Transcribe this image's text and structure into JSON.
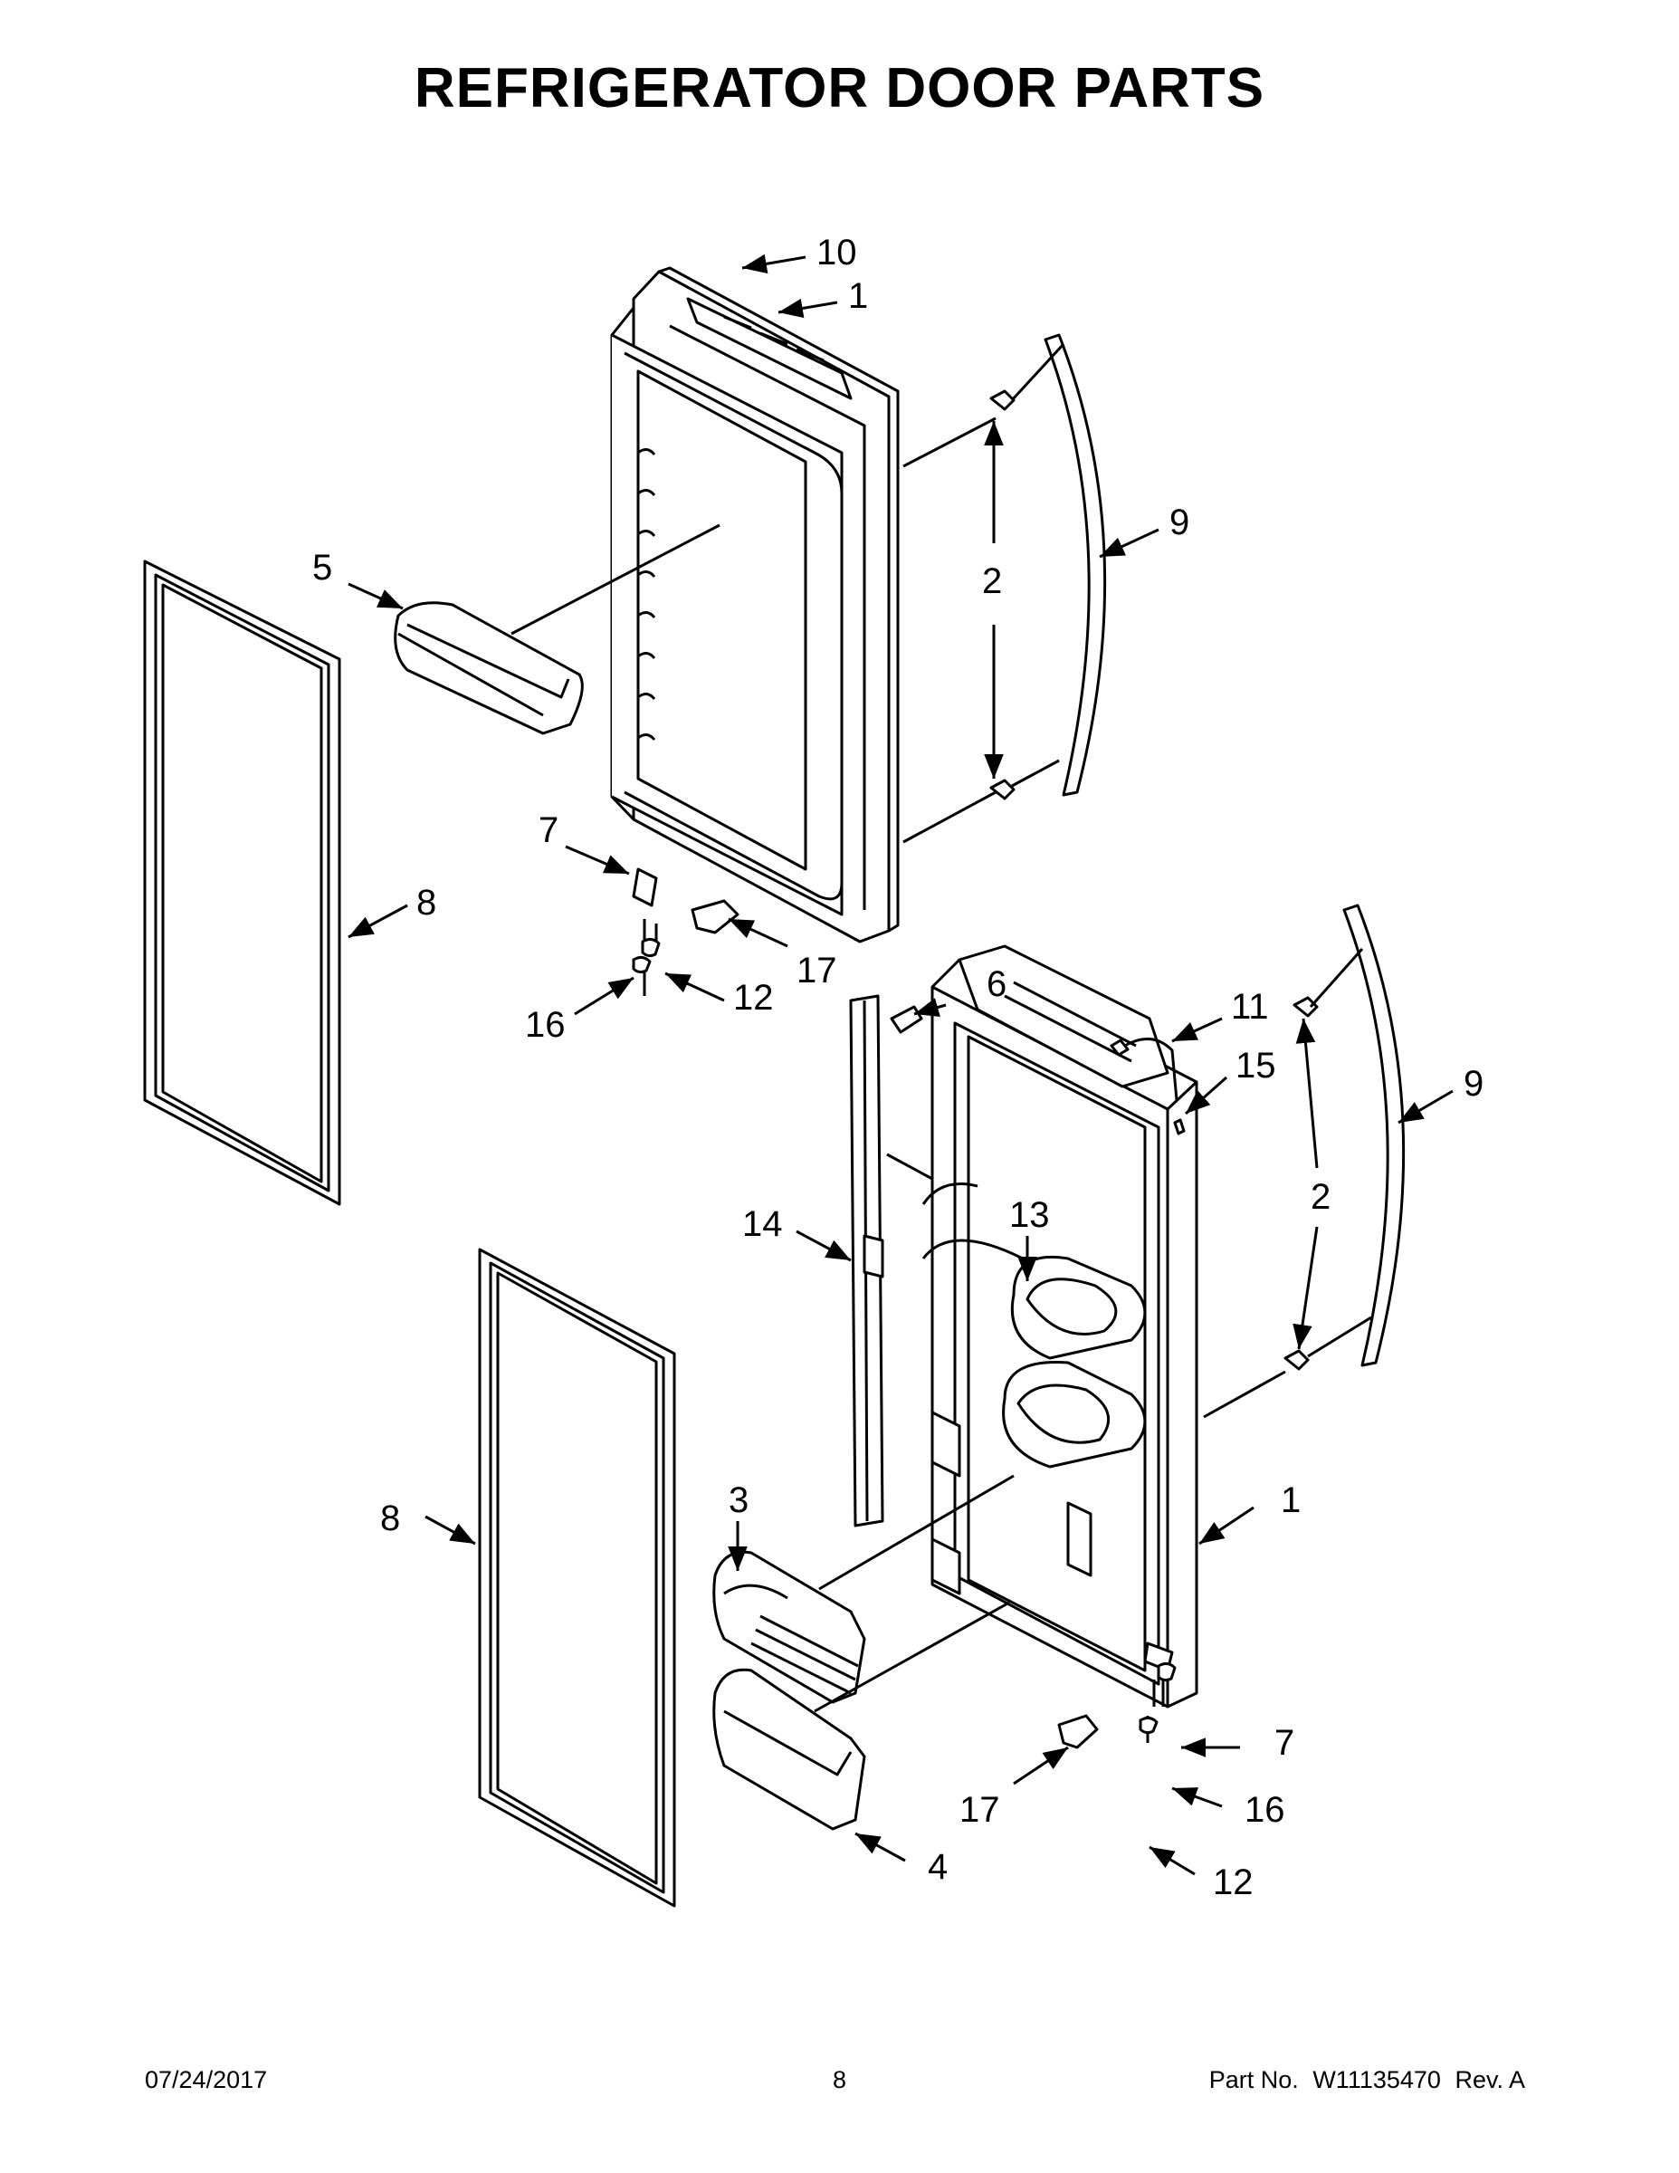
{
  "header": {
    "title": "REFRIGERATOR DOOR PARTS"
  },
  "callouts": [
    {
      "id": "c10",
      "text": "10"
    },
    {
      "id": "c1a",
      "text": "1"
    },
    {
      "id": "c9a",
      "text": "9"
    },
    {
      "id": "c2a",
      "text": "2"
    },
    {
      "id": "c5",
      "text": "5"
    },
    {
      "id": "c7a",
      "text": "7"
    },
    {
      "id": "c8a",
      "text": "8"
    },
    {
      "id": "c17a",
      "text": "17"
    },
    {
      "id": "c12a",
      "text": "12"
    },
    {
      "id": "c16a",
      "text": "16"
    },
    {
      "id": "c6",
      "text": "6"
    },
    {
      "id": "c11",
      "text": "11"
    },
    {
      "id": "c15",
      "text": "15"
    },
    {
      "id": "c9b",
      "text": "9"
    },
    {
      "id": "c2b",
      "text": "2"
    },
    {
      "id": "c14",
      "text": "14"
    },
    {
      "id": "c13",
      "text": "13"
    },
    {
      "id": "c3",
      "text": "3"
    },
    {
      "id": "c8b",
      "text": "8"
    },
    {
      "id": "c1b",
      "text": "1"
    },
    {
      "id": "c7b",
      "text": "7"
    },
    {
      "id": "c16b",
      "text": "16"
    },
    {
      "id": "c17b",
      "text": "17"
    },
    {
      "id": "c4",
      "text": "4"
    },
    {
      "id": "c12b",
      "text": "12"
    }
  ],
  "footer": {
    "date": "07/24/2017",
    "page_number": "8",
    "part_label": "Part No.",
    "part_number": "W11135470",
    "revision": "Rev. A"
  }
}
